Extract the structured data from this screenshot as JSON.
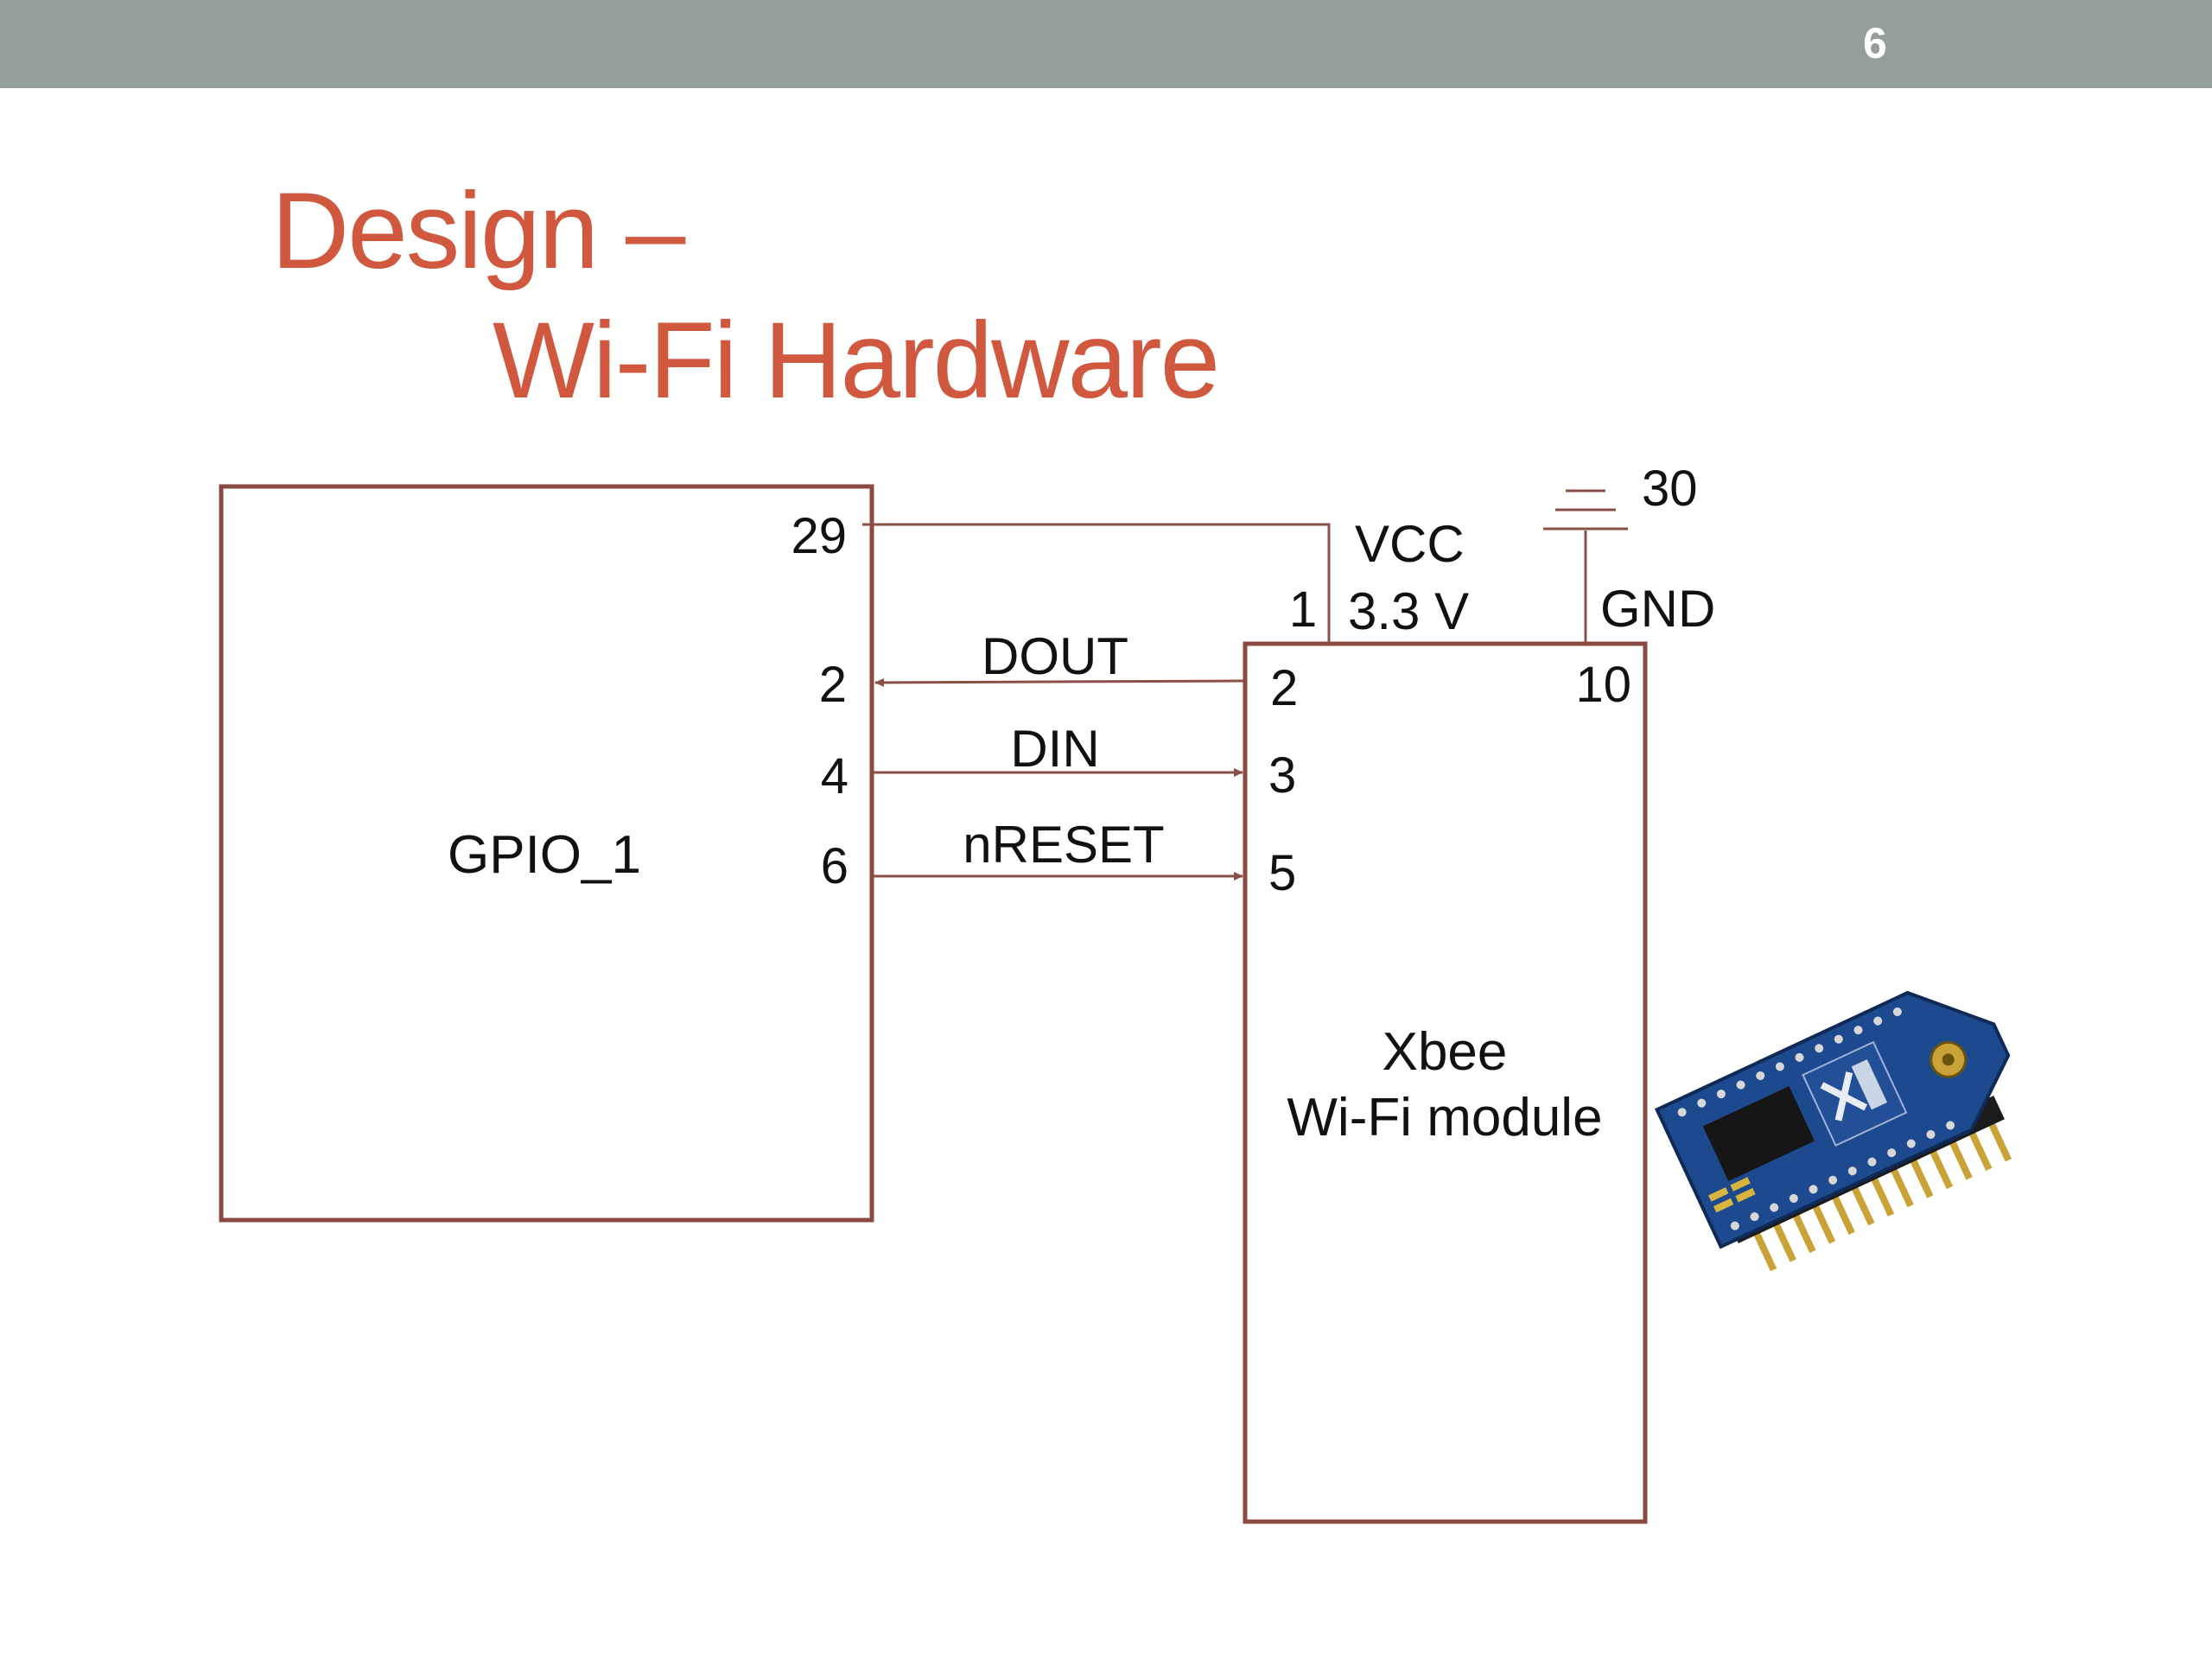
{
  "slide": {
    "number": "6"
  },
  "title": {
    "line1": "Design –",
    "line2": "Wi-Fi Hardware"
  },
  "diagram": {
    "gpio_block": {
      "label": "GPIO_1"
    },
    "gpio_pins": {
      "vcc": "29",
      "dout": "2",
      "din": "4",
      "nreset": "6"
    },
    "signals": {
      "vcc": "VCC",
      "vcc_voltage": "3.3 V",
      "dout": "DOUT",
      "din": "DIN",
      "nreset": "nRESET",
      "gnd": "GND"
    },
    "gnd_pin": "30",
    "xbee_block": {
      "label_line1": "Xbee",
      "label_line2": "Wi-Fi module"
    },
    "xbee_pins": {
      "vcc": "1",
      "dout": "2",
      "din": "3",
      "nreset": "5",
      "gnd": "10"
    },
    "colors": {
      "wire": "#8a5048",
      "box_border": "#8a4a42",
      "title": "#d0583f",
      "header_bar": "#939f98",
      "module_pcb": "#1d4a8f"
    }
  }
}
